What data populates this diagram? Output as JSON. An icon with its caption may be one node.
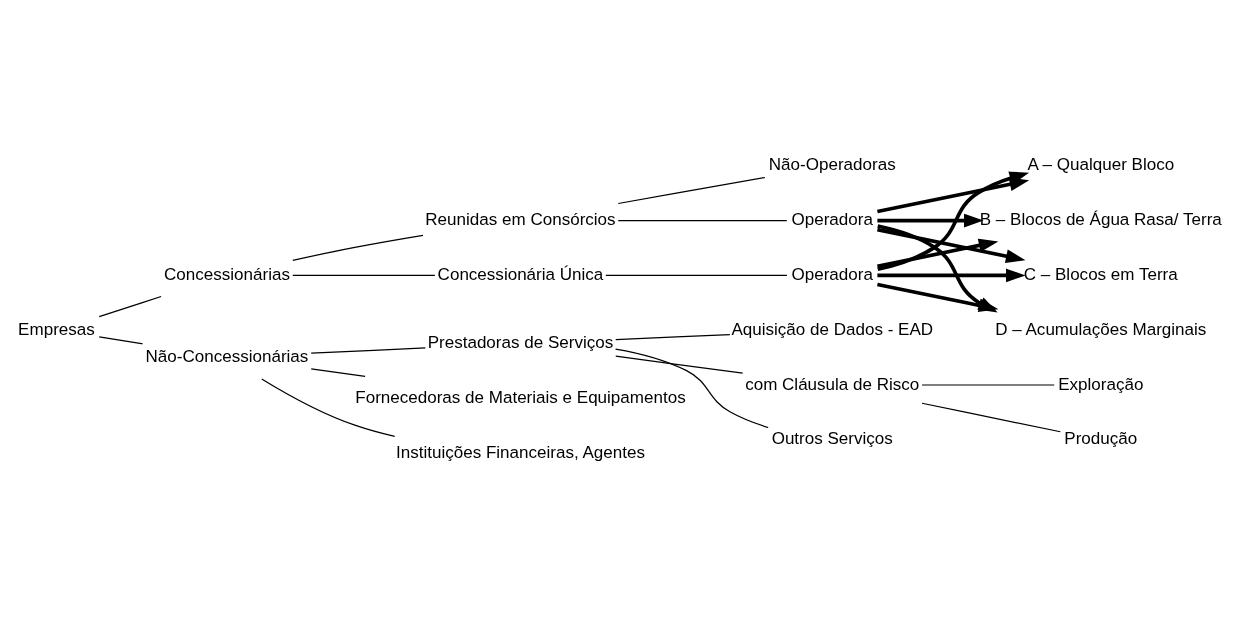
{
  "diagram": {
    "nodes": [
      {
        "text": [
          "Empresas"
        ]
      },
      {
        "text": [
          "Concessionárias"
        ]
      },
      {
        "text": [
          "Não-Concessionárias"
        ]
      },
      {
        "text": [
          "Concessionária Única"
        ]
      },
      {
        "text": [
          "Reunidas em Consórcios"
        ]
      },
      {
        "text": [
          "Operadora"
        ]
      },
      {
        "text": [
          "Operadora"
        ]
      },
      {
        "text": [
          "Não-Operadoras"
        ]
      },
      {
        "text": [
          "A – Qualquer Bloco"
        ]
      },
      {
        "text": [
          "B – Blocos de Água Rasa/ Terra"
        ]
      },
      {
        "text": [
          "C – Blocos em Terra"
        ]
      },
      {
        "text": [
          "D – Acumulações Marginais"
        ]
      },
      {
        "text": [
          "Prestadoras de Serviços"
        ]
      },
      {
        "text": [
          "Fornecedoras de Materiais e Equipamentos"
        ]
      },
      {
        "text": [
          "Instituições Financeiras, Agentes"
        ]
      },
      {
        "text": [
          "Aquisição de Dados - EAD"
        ]
      },
      {
        "text": [
          "com Cláusula de Risco"
        ]
      },
      {
        "text": [
          "Outros Serviços"
        ]
      },
      {
        "text": [
          "Exploração"
        ]
      },
      {
        "text": [
          "Produção"
        ]
      }
    ],
    "edges": [
      {
        "from": 0,
        "to": 1,
        "arrow": "none"
      },
      {
        "from": 0,
        "to": 2,
        "arrow": "none"
      },
      {
        "from": 1,
        "to": 3,
        "arrow": "none"
      },
      {
        "from": 1,
        "to": 4,
        "arrow": "none"
      },
      {
        "from": 3,
        "to": 5,
        "arrow": "none"
      },
      {
        "from": 4,
        "to": 6,
        "arrow": "none"
      },
      {
        "from": 4,
        "to": 7,
        "arrow": "none"
      },
      {
        "from": 5,
        "to": 8,
        "arrow": "to",
        "style": "thick"
      },
      {
        "from": 5,
        "to": 9,
        "arrow": "to",
        "style": "thick"
      },
      {
        "from": 5,
        "to": 10,
        "arrow": "to",
        "style": "thick"
      },
      {
        "from": 5,
        "to": 11,
        "arrow": "to",
        "style": "thick"
      },
      {
        "from": 6,
        "to": 8,
        "arrow": "to",
        "style": "thick"
      },
      {
        "from": 6,
        "to": 9,
        "arrow": "to",
        "style": "thick"
      },
      {
        "from": 6,
        "to": 10,
        "arrow": "to",
        "style": "thick"
      },
      {
        "from": 6,
        "to": 11,
        "arrow": "to",
        "style": "thick"
      },
      {
        "from": 2,
        "to": 12,
        "arrow": "none"
      },
      {
        "from": 2,
        "to": 13,
        "arrow": "none"
      },
      {
        "from": 2,
        "to": 14,
        "arrow": "none"
      },
      {
        "from": 12,
        "to": 15,
        "arrow": "none"
      },
      {
        "from": 12,
        "to": 16,
        "arrow": "none"
      },
      {
        "from": 12,
        "to": 17,
        "arrow": "none"
      },
      {
        "from": 16,
        "to": 18,
        "arrow": "none"
      },
      {
        "from": 16,
        "to": 19,
        "arrow": "none"
      }
    ]
  }
}
